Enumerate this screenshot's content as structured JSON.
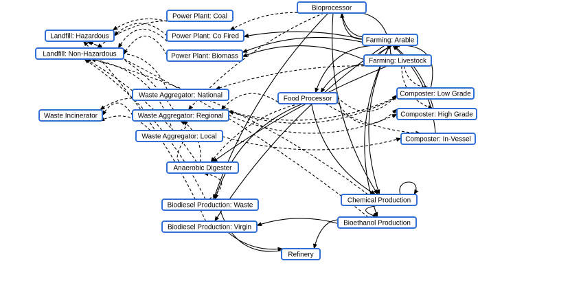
{
  "colors": {
    "node_border": "#2f6fd6",
    "edge": "#000000",
    "background": "#ffffff"
  },
  "nodes": [
    {
      "id": "bioprocessor",
      "label": "Bioprocessor"
    },
    {
      "id": "pp_coal",
      "label": "Power Plant: Coal"
    },
    {
      "id": "pp_cofired",
      "label": "Power Plant: Co Fired"
    },
    {
      "id": "pp_biomass",
      "label": "Power Plant: Biomass"
    },
    {
      "id": "landfill_haz",
      "label": "Landfill: Hazardous"
    },
    {
      "id": "landfill_nonhaz",
      "label": "Landfill: Non-Hazardous"
    },
    {
      "id": "farming_arable",
      "label": "Farming: Arable"
    },
    {
      "id": "farming_livestock",
      "label": "Farming: Livestock"
    },
    {
      "id": "wa_national",
      "label": "Waste Aggregator: National"
    },
    {
      "id": "wa_regional",
      "label": "Waste Aggregator: Regional"
    },
    {
      "id": "wa_local",
      "label": "Waste Aggregator: Local"
    },
    {
      "id": "food_processor",
      "label": "Food Processor"
    },
    {
      "id": "waste_incinerator",
      "label": "Waste Incinerator"
    },
    {
      "id": "composter_low",
      "label": "Composter: Low Grade"
    },
    {
      "id": "composter_high",
      "label": "Composter: High Grade"
    },
    {
      "id": "composter_invessel",
      "label": "Composter: In-Vessel"
    },
    {
      "id": "anaerobic",
      "label": "Anaerobic Digester"
    },
    {
      "id": "biodiesel_waste",
      "label": "Biodiesel Production: Waste"
    },
    {
      "id": "biodiesel_virgin",
      "label": "Biodiesel Production: Virgin"
    },
    {
      "id": "chemical",
      "label": "Chemical Production"
    },
    {
      "id": "bioethanol",
      "label": "Bioethanol Production"
    },
    {
      "id": "refinery",
      "label": "Refinery"
    }
  ],
  "edges": [
    {
      "from": "pp_coal",
      "to": "landfill_haz",
      "style": "dashed"
    },
    {
      "from": "pp_coal",
      "to": "landfill_nonhaz",
      "style": "dashed"
    },
    {
      "from": "pp_cofired",
      "to": "landfill_haz",
      "style": "dashed"
    },
    {
      "from": "pp_cofired",
      "to": "landfill_nonhaz",
      "style": "dashed"
    },
    {
      "from": "pp_biomass",
      "to": "landfill_nonhaz",
      "style": "dashed"
    },
    {
      "from": "bioprocessor",
      "to": "pp_cofired",
      "style": "dashed"
    },
    {
      "from": "bioprocessor",
      "to": "wa_regional",
      "style": "dashed"
    },
    {
      "from": "bioprocessor",
      "to": "farming_arable",
      "style": "solid"
    },
    {
      "from": "farming_arable",
      "to": "bioprocessor",
      "style": "solid"
    },
    {
      "from": "farming_livestock",
      "to": "bioprocessor",
      "style": "solid"
    },
    {
      "from": "farming_arable",
      "to": "pp_cofired",
      "style": "solid"
    },
    {
      "from": "farming_arable",
      "to": "pp_biomass",
      "style": "solid"
    },
    {
      "from": "farming_livestock",
      "to": "pp_biomass",
      "style": "solid"
    },
    {
      "from": "farming_arable",
      "to": "farming_livestock",
      "style": "solid"
    },
    {
      "from": "farming_livestock",
      "to": "farming_arable",
      "style": "solid"
    },
    {
      "from": "farming_livestock",
      "to": "composter_low",
      "style": "dashed"
    },
    {
      "from": "farming_livestock",
      "to": "composter_high",
      "style": "dashed"
    },
    {
      "from": "farming_livestock",
      "to": "food_processor",
      "style": "solid"
    },
    {
      "from": "farming_arable",
      "to": "food_processor",
      "style": "solid"
    },
    {
      "from": "composter_low",
      "to": "farming_arable",
      "style": "solid"
    },
    {
      "from": "composter_high",
      "to": "farming_arable",
      "style": "solid"
    },
    {
      "from": "composter_invessel",
      "to": "farming_arable",
      "style": "solid"
    },
    {
      "from": "food_processor",
      "to": "wa_regional",
      "style": "dashed"
    },
    {
      "from": "food_processor",
      "to": "composter_low",
      "style": "dashed"
    },
    {
      "from": "food_processor",
      "to": "composter_high",
      "style": "dashed"
    },
    {
      "from": "food_processor",
      "to": "composter_invessel",
      "style": "dashed"
    },
    {
      "from": "food_processor",
      "to": "anaerobic",
      "style": "dashed"
    },
    {
      "from": "food_processor",
      "to": "chemical",
      "style": "solid"
    },
    {
      "from": "food_processor",
      "to": "biodiesel_waste",
      "style": "solid"
    },
    {
      "from": "wa_national",
      "to": "landfill_nonhaz",
      "style": "dashed"
    },
    {
      "from": "wa_national",
      "to": "waste_incinerator",
      "style": "dashed"
    },
    {
      "from": "wa_regional",
      "to": "landfill_haz",
      "style": "dashed"
    },
    {
      "from": "wa_regional",
      "to": "waste_incinerator",
      "style": "dashed"
    },
    {
      "from": "wa_regional",
      "to": "composter_low",
      "style": "dashed"
    },
    {
      "from": "wa_regional",
      "to": "composter_high",
      "style": "dashed"
    },
    {
      "from": "wa_local",
      "to": "wa_regional",
      "style": "dashed"
    },
    {
      "from": "wa_local",
      "to": "waste_incinerator",
      "style": "dashed"
    },
    {
      "from": "wa_local",
      "to": "composter_invessel",
      "style": "dashed"
    },
    {
      "from": "wa_local",
      "to": "anaerobic",
      "style": "dashed"
    },
    {
      "from": "wa_local",
      "to": "landfill_nonhaz",
      "style": "dashed"
    },
    {
      "from": "anaerobic",
      "to": "wa_regional",
      "style": "dashed"
    },
    {
      "from": "anaerobic",
      "to": "landfill_nonhaz",
      "style": "dashed"
    },
    {
      "from": "biodiesel_waste",
      "to": "landfill_nonhaz",
      "style": "dashed"
    },
    {
      "from": "biodiesel_waste",
      "to": "anaerobic",
      "style": "dashed"
    },
    {
      "from": "biodiesel_waste",
      "to": "refinery",
      "style": "solid"
    },
    {
      "from": "biodiesel_virgin",
      "to": "refinery",
      "style": "solid"
    },
    {
      "from": "biodiesel_virgin",
      "to": "landfill_haz",
      "style": "dashed"
    },
    {
      "from": "farming_arable",
      "to": "biodiesel_virgin",
      "style": "solid"
    },
    {
      "from": "farming_arable",
      "to": "chemical",
      "style": "solid"
    },
    {
      "from": "farming_arable",
      "to": "bioethanol",
      "style": "solid"
    },
    {
      "from": "farming_livestock",
      "to": "anaerobic",
      "style": "solid"
    },
    {
      "from": "chemical",
      "to": "chemical",
      "style": "solid"
    },
    {
      "from": "chemical",
      "to": "bioethanol",
      "style": "solid"
    },
    {
      "from": "chemical",
      "to": "landfill_nonhaz",
      "style": "dashed"
    },
    {
      "from": "bioethanol",
      "to": "refinery",
      "style": "solid"
    },
    {
      "from": "bioethanol",
      "to": "biodiesel_virgin",
      "style": "solid"
    },
    {
      "from": "bioethanol",
      "to": "landfill_haz",
      "style": "dashed"
    },
    {
      "from": "bioprocessor",
      "to": "biodiesel_waste",
      "style": "solid"
    },
    {
      "from": "bioprocessor",
      "to": "chemical",
      "style": "solid"
    },
    {
      "from": "composter_low",
      "to": "wa_regional",
      "style": "dashed"
    },
    {
      "from": "farming_livestock",
      "to": "wa_national",
      "style": "dashed"
    }
  ]
}
